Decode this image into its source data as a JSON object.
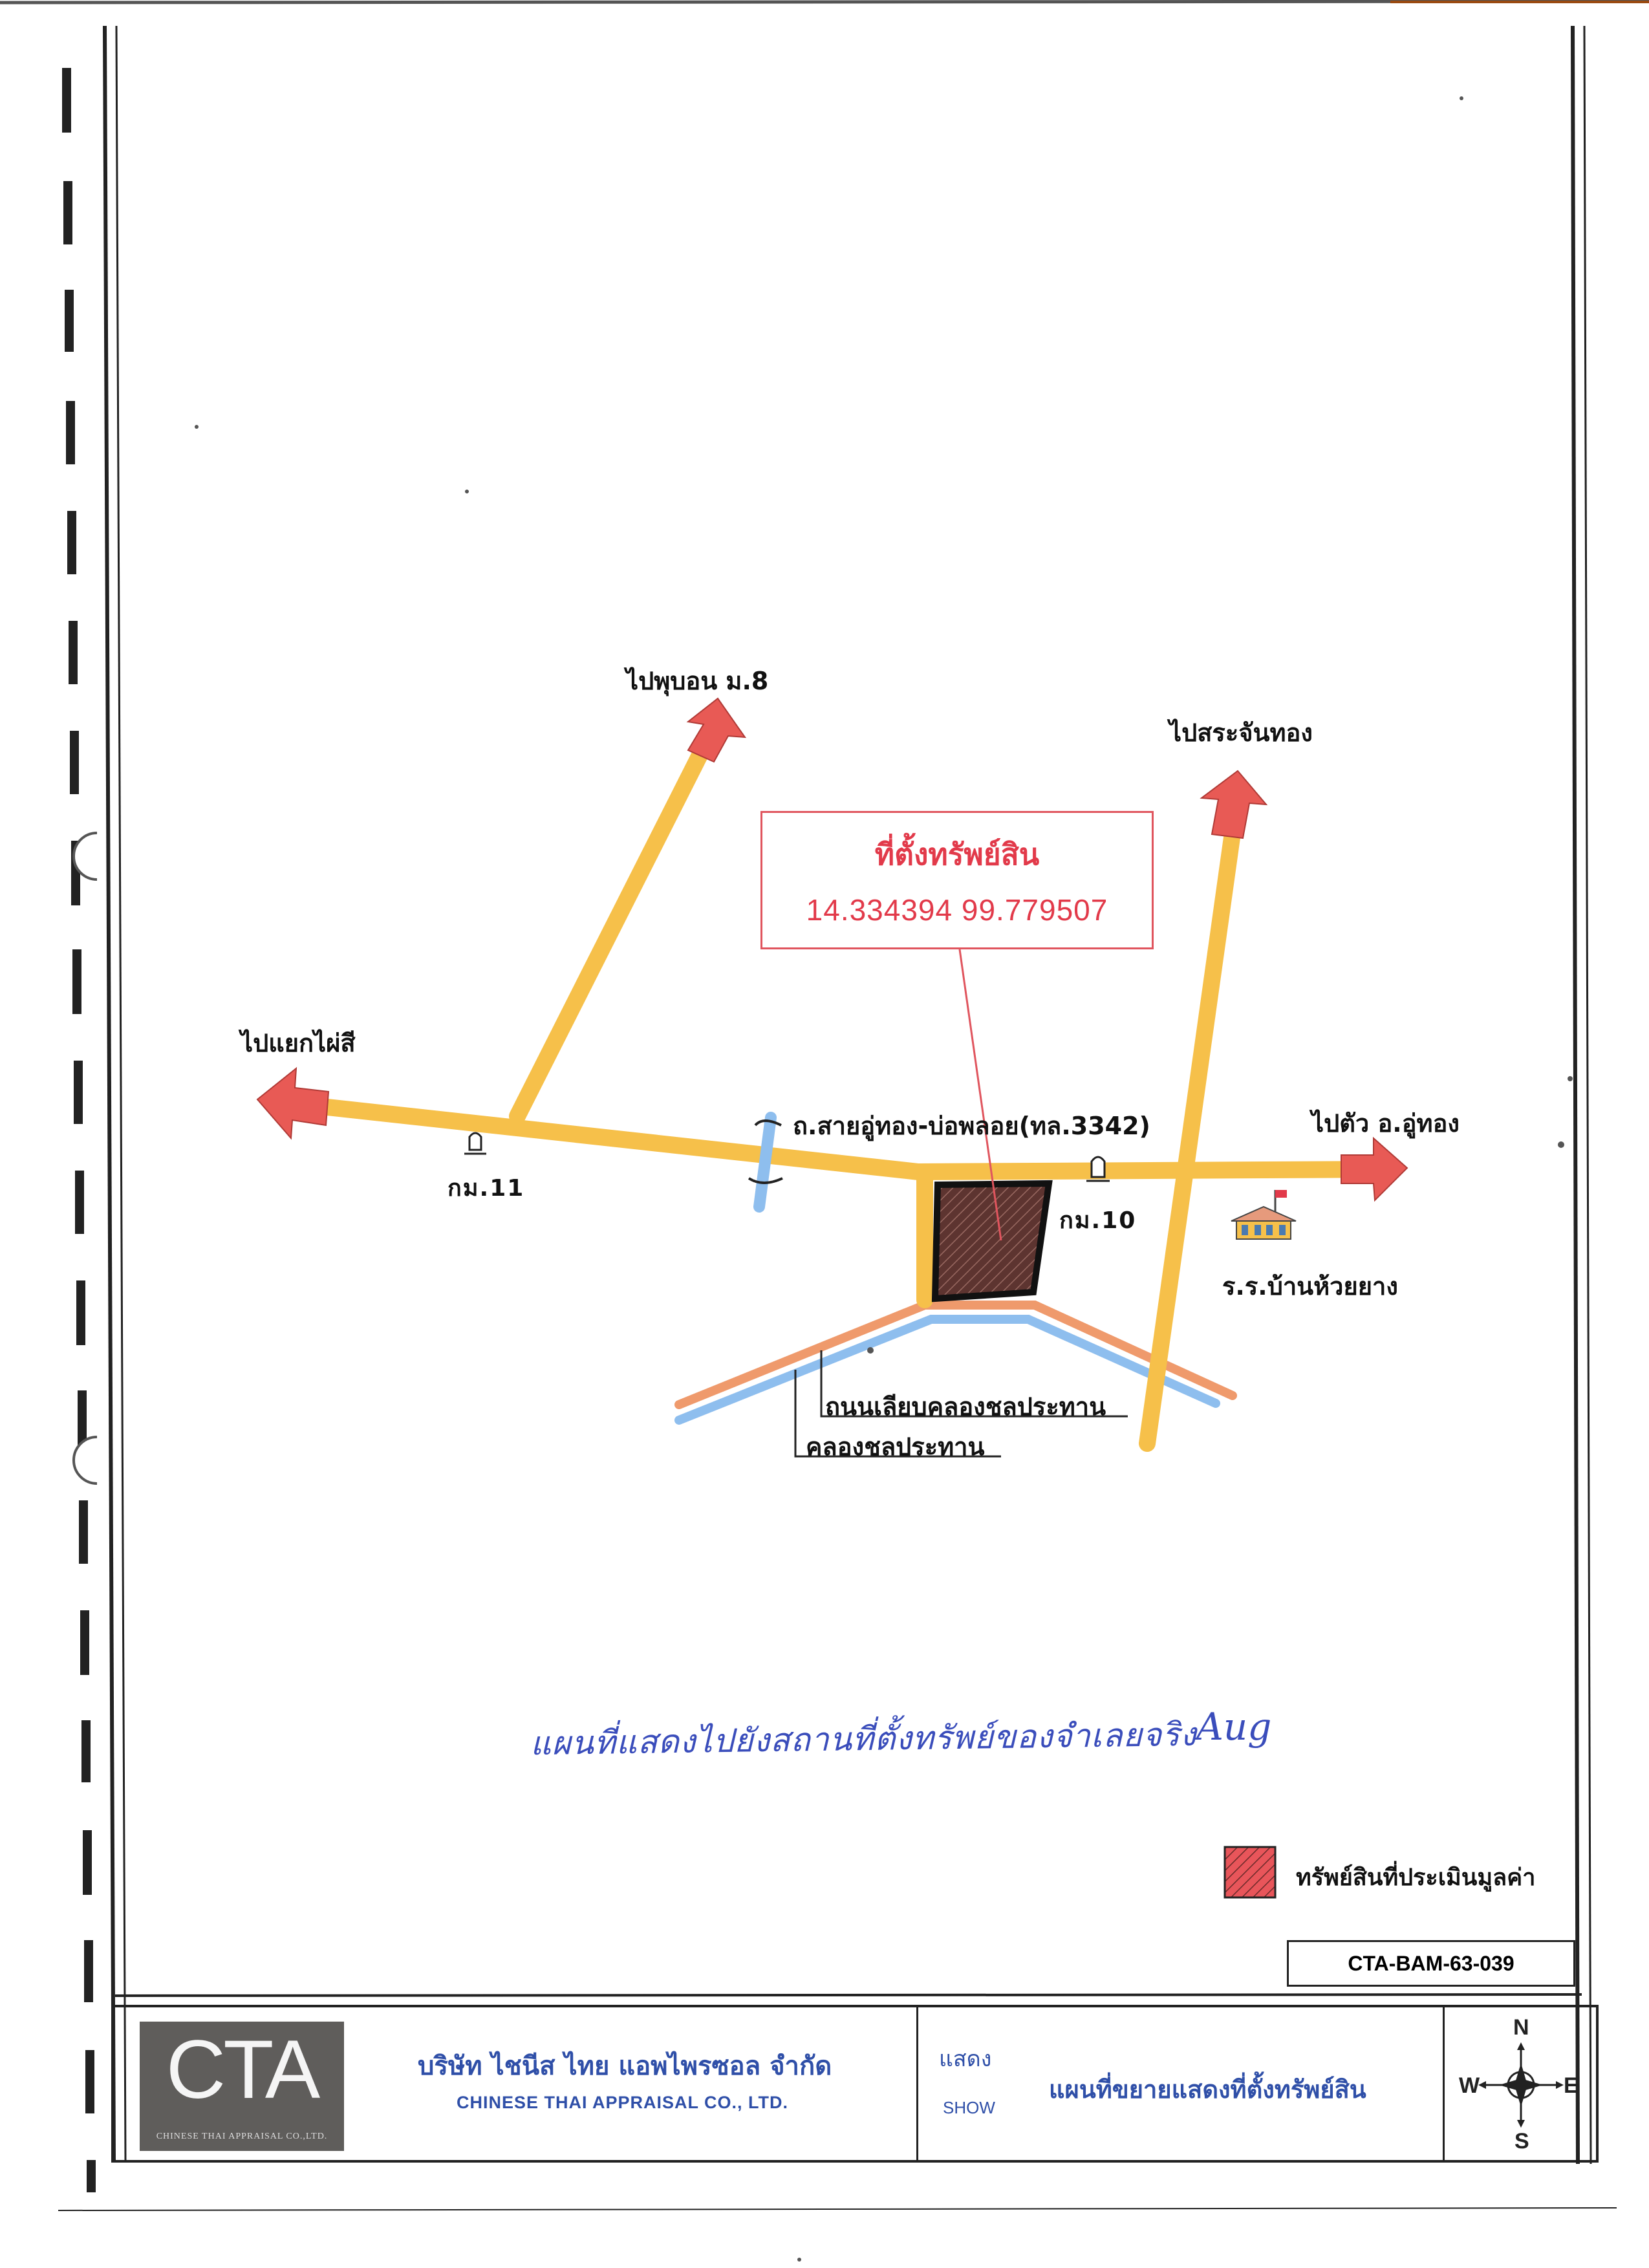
{
  "map": {
    "destinations": {
      "pu_bon": "ไปพุบอน ม.8",
      "sa_jan_thong": "ไปสระจันทอง",
      "yaek_phai_si": "ไปแยกไผ่สี",
      "tua_u_thong": "ไปตัว อ.อู่ทอง"
    },
    "main_road": "ถ.สายอู่ทอง-บ่อพลอย(ทล.3342)",
    "km_markers": {
      "km11": "กม.11",
      "km10": "กม.10"
    },
    "school": "ร.ร.บ้านห้วยยาง",
    "canal_road": "ถนนเลียบคลองชลประทาน",
    "canal": "คลองชลประทาน",
    "property_callout": {
      "title": "ที่ตั้งทรัพย์สิน",
      "coordinates": "14.334394 99.779507"
    },
    "handwritten_note": "แผนที่แสดงไปยังสถานที่ตั้งทรัพย์ของจำเลยจริง",
    "signature": "Aug",
    "legend": {
      "label": "ทรัพย์สินที่ประเมินมูลค่า"
    },
    "colors": {
      "road": "#f6c04a",
      "arrow": "#e85a55",
      "property": "#6a3b36",
      "canal_road": "#ef9a6c",
      "canal": "#8ebeee",
      "callout": "#e23a4a",
      "footer_text": "#2f4fa8"
    }
  },
  "document": {
    "reference": "CTA-BAM-63-039"
  },
  "footer": {
    "logo_text": "CTA",
    "logo_subtext": "CHINESE THAI APPRAISAL CO.,LTD.",
    "company_th": "บริษัท ไชนีส ไทย แอพไพรซอล จำกัด",
    "company_en": "CHINESE THAI APPRAISAL CO., LTD.",
    "show_th": "แสดง",
    "show_en": "SHOW",
    "description": "แผนที่ขยายแสดงที่ตั้งทรัพย์สิน",
    "compass": {
      "n": "N",
      "s": "S",
      "e": "E",
      "w": "W"
    }
  }
}
